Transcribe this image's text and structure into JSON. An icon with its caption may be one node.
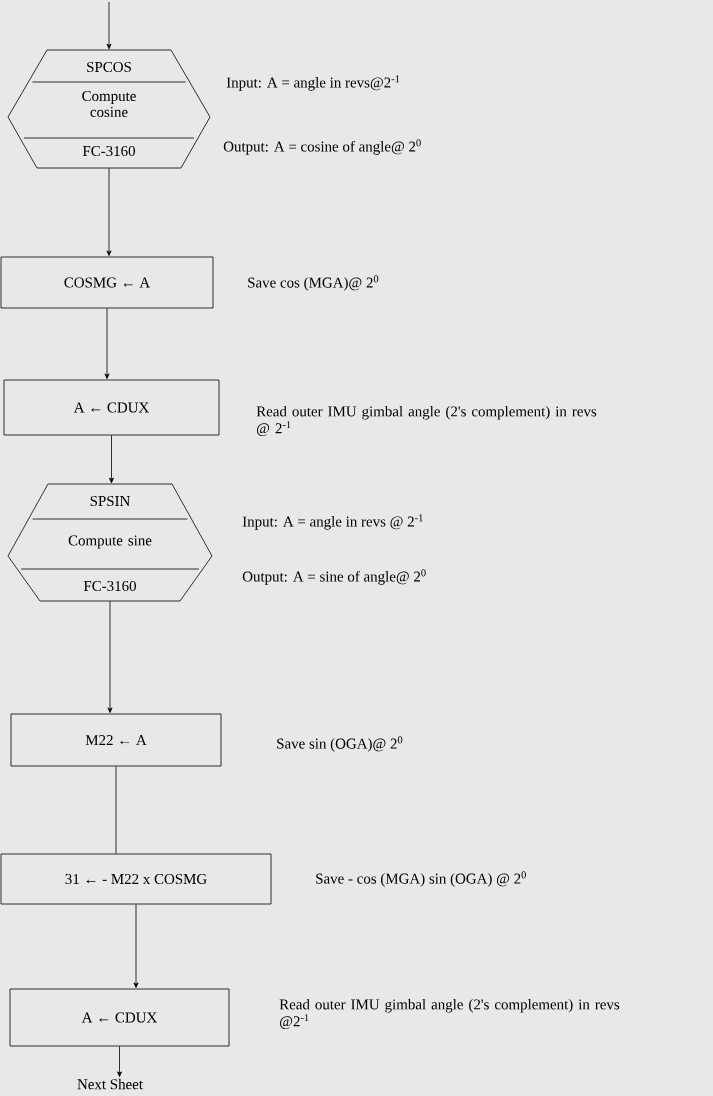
{
  "diagram": {
    "nodes": [
      {
        "text": [
          "SPCOS",
          "Compute cosine",
          "FC-3160"
        ],
        "beside": [
          "Input:  A = angle in revs@2$^{-1}$",
          "Output:  A = cosine of angle@ 2$^{0}$"
        ]
      },
      {
        "text": [
          "COSMG ← A"
        ],
        "beside": [
          "Save cos (MGA)@ 2$^{0}$"
        ]
      },
      {
        "text": [
          "A ← CDUX"
        ],
        "beside": [
          "Read outer IMU gimbal angle (2's complement) in revs @ 2$^{-1}$"
        ]
      },
      {
        "text": [
          "SPSIN",
          "Compute sine",
          "FC-3160"
        ],
        "beside": [
          "Input:  A = angle in revs @ 2$^{-1}$",
          "Output:  A = sine of angle@  2$^{0}$"
        ]
      },
      {
        "text": [
          "M22 ← A"
        ],
        "beside": [
          "Save sin (OGA)@  2$^{0}$"
        ]
      },
      {
        "text": [
          "31 ← - M22 x COSMG"
        ],
        "beside": [
          "Save - cos (MGA) sin (OGA)  @ 2$^{0}$"
        ]
      },
      {
        "text": [
          "A ← CDUX"
        ],
        "beside": [
          "Read outer IMU gimbal angle (2's complement) in revs @2$^{-1}$"
        ]
      },
      {
        "text": [
          "Next Sheet"
        ]
      }
    ],
    "edges": [
      {
        "from": null,
        "to": 0,
        "arrow": "to"
      },
      {
        "from": 0,
        "to": 1,
        "arrow": "to"
      },
      {
        "from": 1,
        "to": 2,
        "arrow": "to"
      },
      {
        "from": 2,
        "to": 3,
        "arrow": "to"
      },
      {
        "from": 3,
        "to": 4,
        "arrow": "to"
      },
      {
        "from": 4,
        "to": 5,
        "arrow": "none"
      },
      {
        "from": 5,
        "to": 6,
        "arrow": "to"
      },
      {
        "from": 6,
        "to": 7,
        "arrow": "to"
      }
    ]
  }
}
